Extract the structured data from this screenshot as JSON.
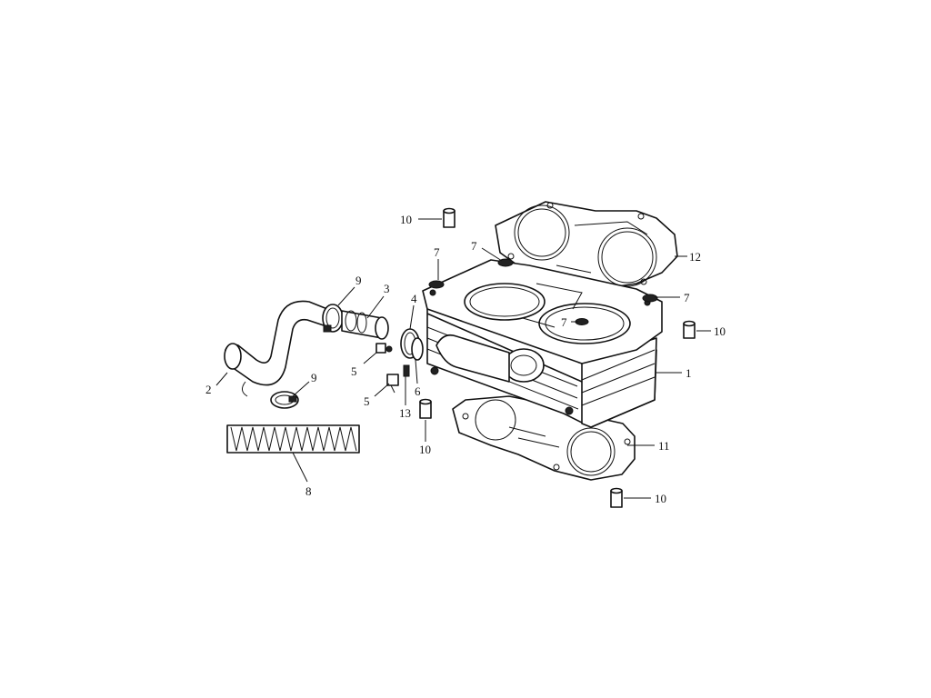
{
  "labels": {
    "l1": "1",
    "l2": "2",
    "l3": "3",
    "l4": "4",
    "l5a": "5",
    "l5b": "5",
    "l6": "6",
    "l7a": "7",
    "l7b": "7",
    "l7c": "7",
    "l7d": "7",
    "l8": "8",
    "l9a": "9",
    "l9b": "9",
    "l10a": "10",
    "l10b": "10",
    "l10c": "10",
    "l10d": "10",
    "l11": "11",
    "l12": "12",
    "l13": "13"
  },
  "colors": {
    "ink": "#111111",
    "background": "#ffffff"
  }
}
